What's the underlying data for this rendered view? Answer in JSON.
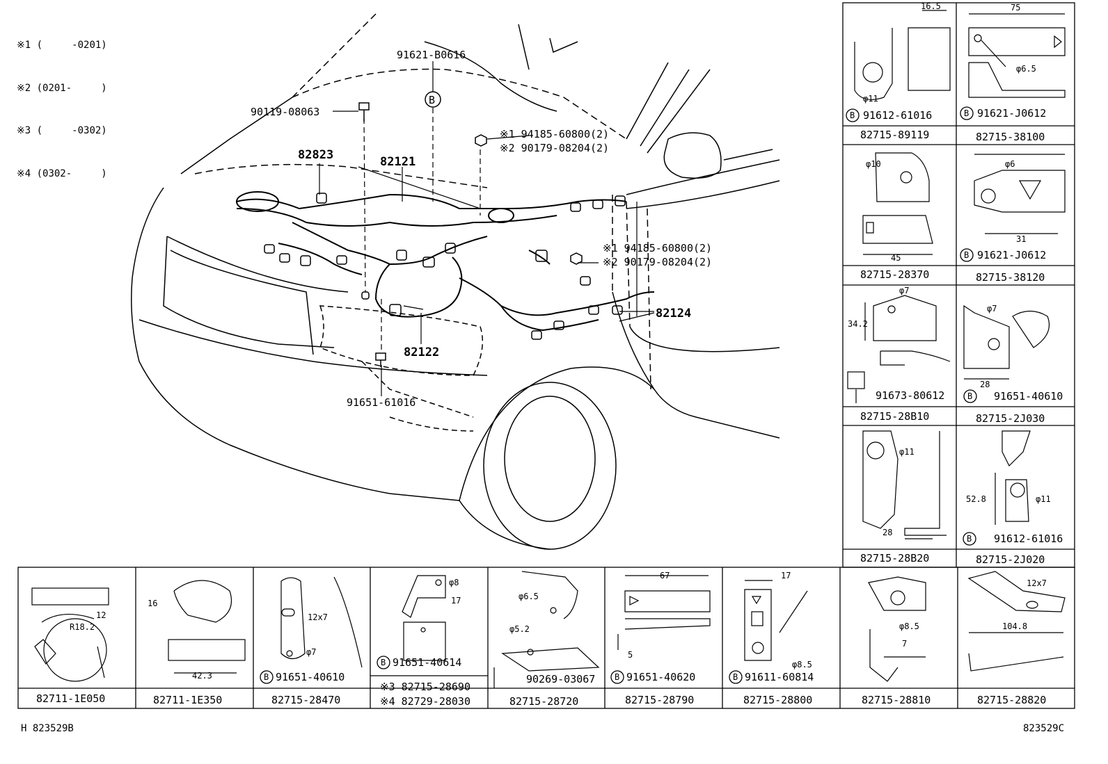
{
  "legend": [
    "※1 (     -0201)",
    "※2 (0201-     )",
    "※3 (     -0302)",
    "※4 (0302-     )"
  ],
  "main_labels": {
    "p91621_B0616": "91621-B0616",
    "p90119_08063": "90119-08063",
    "p82823": "82823",
    "p82121": "82121",
    "note1_top": "※1 94185-60800(2)",
    "note2_top": "※2 90179-08204(2)",
    "note1_mid": "※1 94185-60800(2)",
    "note2_mid": "※2 90179-08204(2)",
    "p82124": "82124",
    "p82122": "82122",
    "p91651_61016": "91651-61016",
    "b_marker": "B"
  },
  "right_panels": [
    {
      "part": "82715-89119",
      "bolt": "91612-61016",
      "dims": [
        "16.5",
        "φ11"
      ]
    },
    {
      "part": "82715-38100",
      "bolt": "91621-J0612",
      "dims": [
        "75",
        "φ6.5"
      ]
    },
    {
      "part": "82715-28370",
      "bolt": "",
      "dims": [
        "φ10",
        "45"
      ]
    },
    {
      "part": "82715-38120",
      "bolt": "91621-J0612",
      "dims": [
        "φ6",
        "31"
      ]
    },
    {
      "part": "82715-28B10",
      "bolt": "91673-80612",
      "dims": [
        "φ7",
        "34.2"
      ]
    },
    {
      "part": "82715-2J030",
      "bolt": "91651-40610",
      "dims": [
        "φ7",
        "28"
      ]
    },
    {
      "part": "82715-28B20",
      "bolt": "",
      "dims": [
        "φ11",
        "28"
      ]
    },
    {
      "part": "82715-2J020",
      "bolt": "91612-61016",
      "dims": [
        "52.8",
        "φ11"
      ]
    }
  ],
  "bottom_panels": [
    {
      "part": "82711-1E050",
      "bolt": "",
      "dims": [
        "12",
        "R18.2"
      ]
    },
    {
      "part": "82711-1E350",
      "bolt": "",
      "dims": [
        "16",
        "42.3"
      ]
    },
    {
      "part": "82715-28470",
      "bolt": "91651-40610",
      "dims": [
        "12x7",
        "φ7"
      ]
    },
    {
      "part": "※3 82715-28690",
      "part2": "※4 82729-28030",
      "bolt": "91651-40614",
      "dims": [
        "φ8",
        "17"
      ]
    },
    {
      "part": "82715-28720",
      "bolt": "90269-03067",
      "dims": [
        "φ6.5",
        "φ5.2"
      ]
    },
    {
      "part": "82715-28790",
      "bolt": "91651-40620",
      "dims": [
        "67",
        "5"
      ]
    },
    {
      "part": "82715-28800",
      "bolt": "91611-60814",
      "dims": [
        "17",
        "φ8.5"
      ]
    },
    {
      "part": "82715-28810",
      "bolt": "",
      "dims": [
        "φ8.5",
        "7"
      ]
    },
    {
      "part": "82715-28820",
      "bolt": "",
      "dims": [
        "12x7",
        "104.8"
      ]
    }
  ],
  "footer": {
    "left": "H 823529B",
    "right": "823529C"
  }
}
